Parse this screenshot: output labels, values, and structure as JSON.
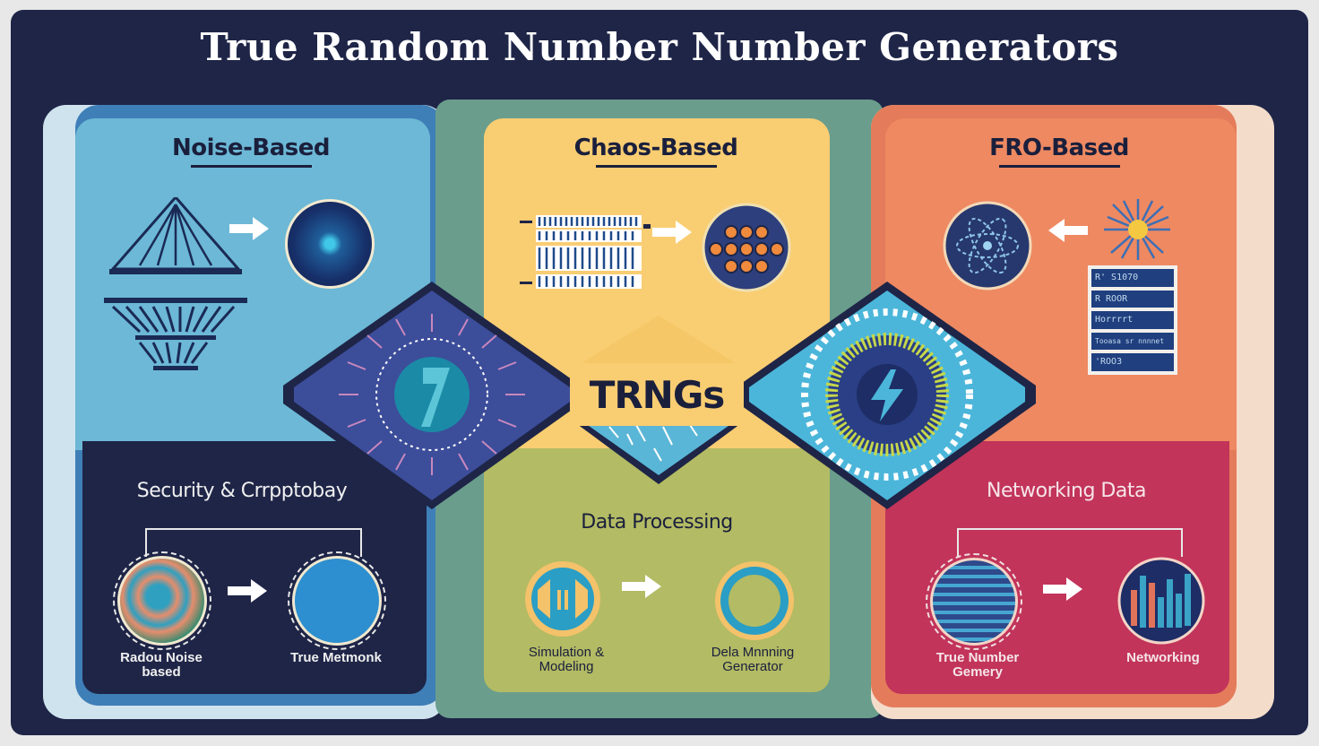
{
  "title": "True Random Number Number Generators",
  "center": {
    "label": "TRNGs"
  },
  "colors": {
    "background": "#1e2547",
    "noise": "#6cb8d6",
    "noise_border": "#3f7fb8",
    "chaos": "#f9cd72",
    "chaos_border": "#6a9d8c",
    "fro": "#ee8962",
    "fro_border": "#f4dccb",
    "data_processing": "#b3bb64",
    "networking": "#c2345a",
    "center": "#f9cd72"
  },
  "columns": [
    {
      "id": "noise",
      "title": "Noise-Based",
      "icons": [
        "noise-pyramid-icon",
        "neural-sphere-icon"
      ],
      "arrow": "right",
      "bottom": {
        "title": "Security & Crrpptobay",
        "items": [
          {
            "label": "Radou Noise based",
            "icon": "noise-swirl-icon"
          },
          {
            "label": "True Metmonk",
            "icon": "hexagon-network-icon"
          }
        ]
      }
    },
    {
      "id": "chaos",
      "title": "Chaos-Based",
      "icons": [
        "circuit-board-icon",
        "dot-matrix-icon"
      ],
      "arrow": "right",
      "bottom": {
        "title": "Data Processing",
        "items": [
          {
            "label": "Simulation & Modeling",
            "icon": "speaker-icon"
          },
          {
            "label": "Dela Mnnning Generator",
            "icon": "ring-icon"
          }
        ]
      }
    },
    {
      "id": "fro",
      "title": "FRO-Based",
      "icons": [
        "atom-icon",
        "oscillator-chip-icon"
      ],
      "arrow": "left",
      "bottom": {
        "title": "Networking Data",
        "items": [
          {
            "label": "True Number Gemery",
            "icon": "database-icon"
          },
          {
            "label": "Networking",
            "icon": "bar-graph-icon"
          }
        ]
      }
    }
  ],
  "chip_rows": [
    "R' S1070",
    "R ROOR",
    "Horrrrt",
    "Tooasa sr nnnnet",
    "'ROO3"
  ]
}
